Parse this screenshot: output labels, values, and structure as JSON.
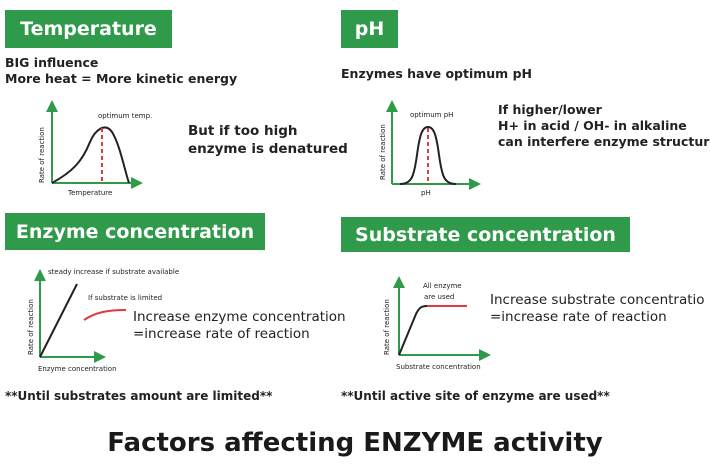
{
  "title": "Factors affecting ENZYME activity",
  "temperature": {
    "header": "Temperature",
    "lines": [
      "BIG influence",
      "More heat = More kinetic energy"
    ],
    "graph": {
      "peak_label": "optimum temp.",
      "x_label": "Temperature",
      "y_label": "Rate of reaction"
    },
    "side_text": [
      "But if too high",
      "enzyme is denatured"
    ]
  },
  "ph": {
    "header": "pH",
    "line": "Enzymes have optimum pH",
    "graph": {
      "peak_label": "optimum pH",
      "x_label": "pH",
      "y_label": "Rate of reaction"
    },
    "side_text": [
      "If higher/lower",
      "H+ in acid / OH- in alkaline",
      "can interfere enzyme structure"
    ]
  },
  "enzyme_conc": {
    "header": "Enzyme concentration",
    "graph": {
      "line_label": "steady increase if substrate available",
      "limited_label": "If substrate is limited",
      "x_label": "Enzyme concentration",
      "y_label": "Rate of reaction"
    },
    "side_text": [
      "Increase enzyme concentration",
      "=increase rate of reaction"
    ],
    "note": "**Until substrates amount are limited**"
  },
  "substrate_conc": {
    "header": "Substrate concentration",
    "graph": {
      "plateau_label": [
        "All enzyme",
        "are used"
      ],
      "x_label": "Substrate concentration",
      "y_label": "Rate of reaction"
    },
    "side_text": [
      "Increase substrate concentratio",
      "=increase rate of reaction"
    ],
    "note": "**Until active site of enzyme are used**"
  },
  "colors": {
    "green": "#2f9a4a",
    "red": "#e0393e"
  }
}
